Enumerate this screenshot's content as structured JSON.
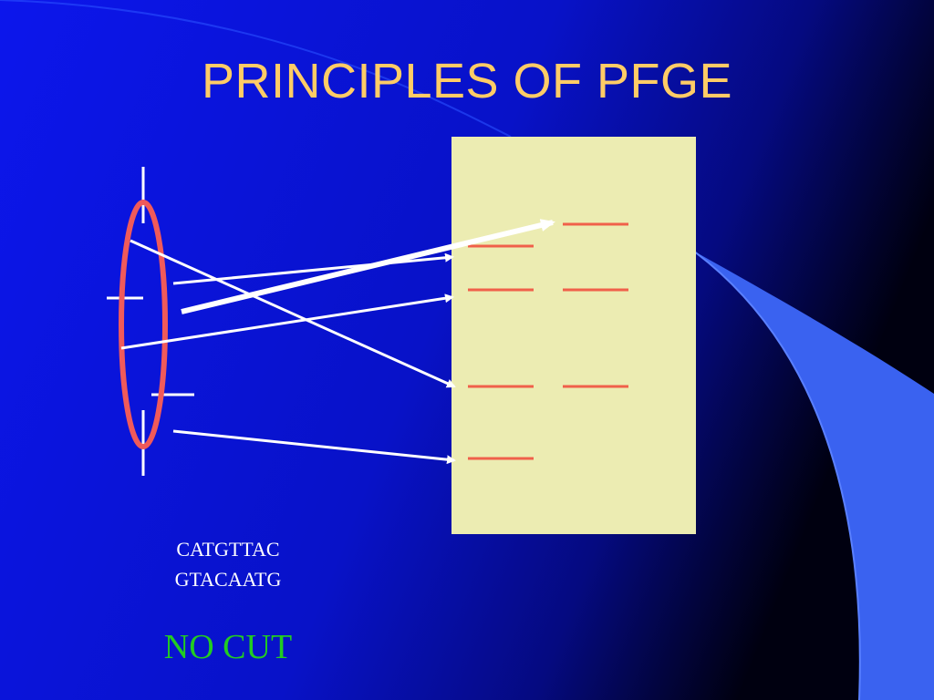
{
  "slide": {
    "title": "PRINCIPLES OF PFGE",
    "sequence_top": "CATGTTAC",
    "sequence_bottom": "GTACAATG",
    "result_label": "NO CUT"
  },
  "colors": {
    "background": "#0a12e0",
    "title": "#ffcc66",
    "gel": "#ececb2",
    "band": "#f0604a",
    "ellipse": "#f05a5a",
    "arrow": "#ffffff",
    "result": "#22cc22"
  }
}
